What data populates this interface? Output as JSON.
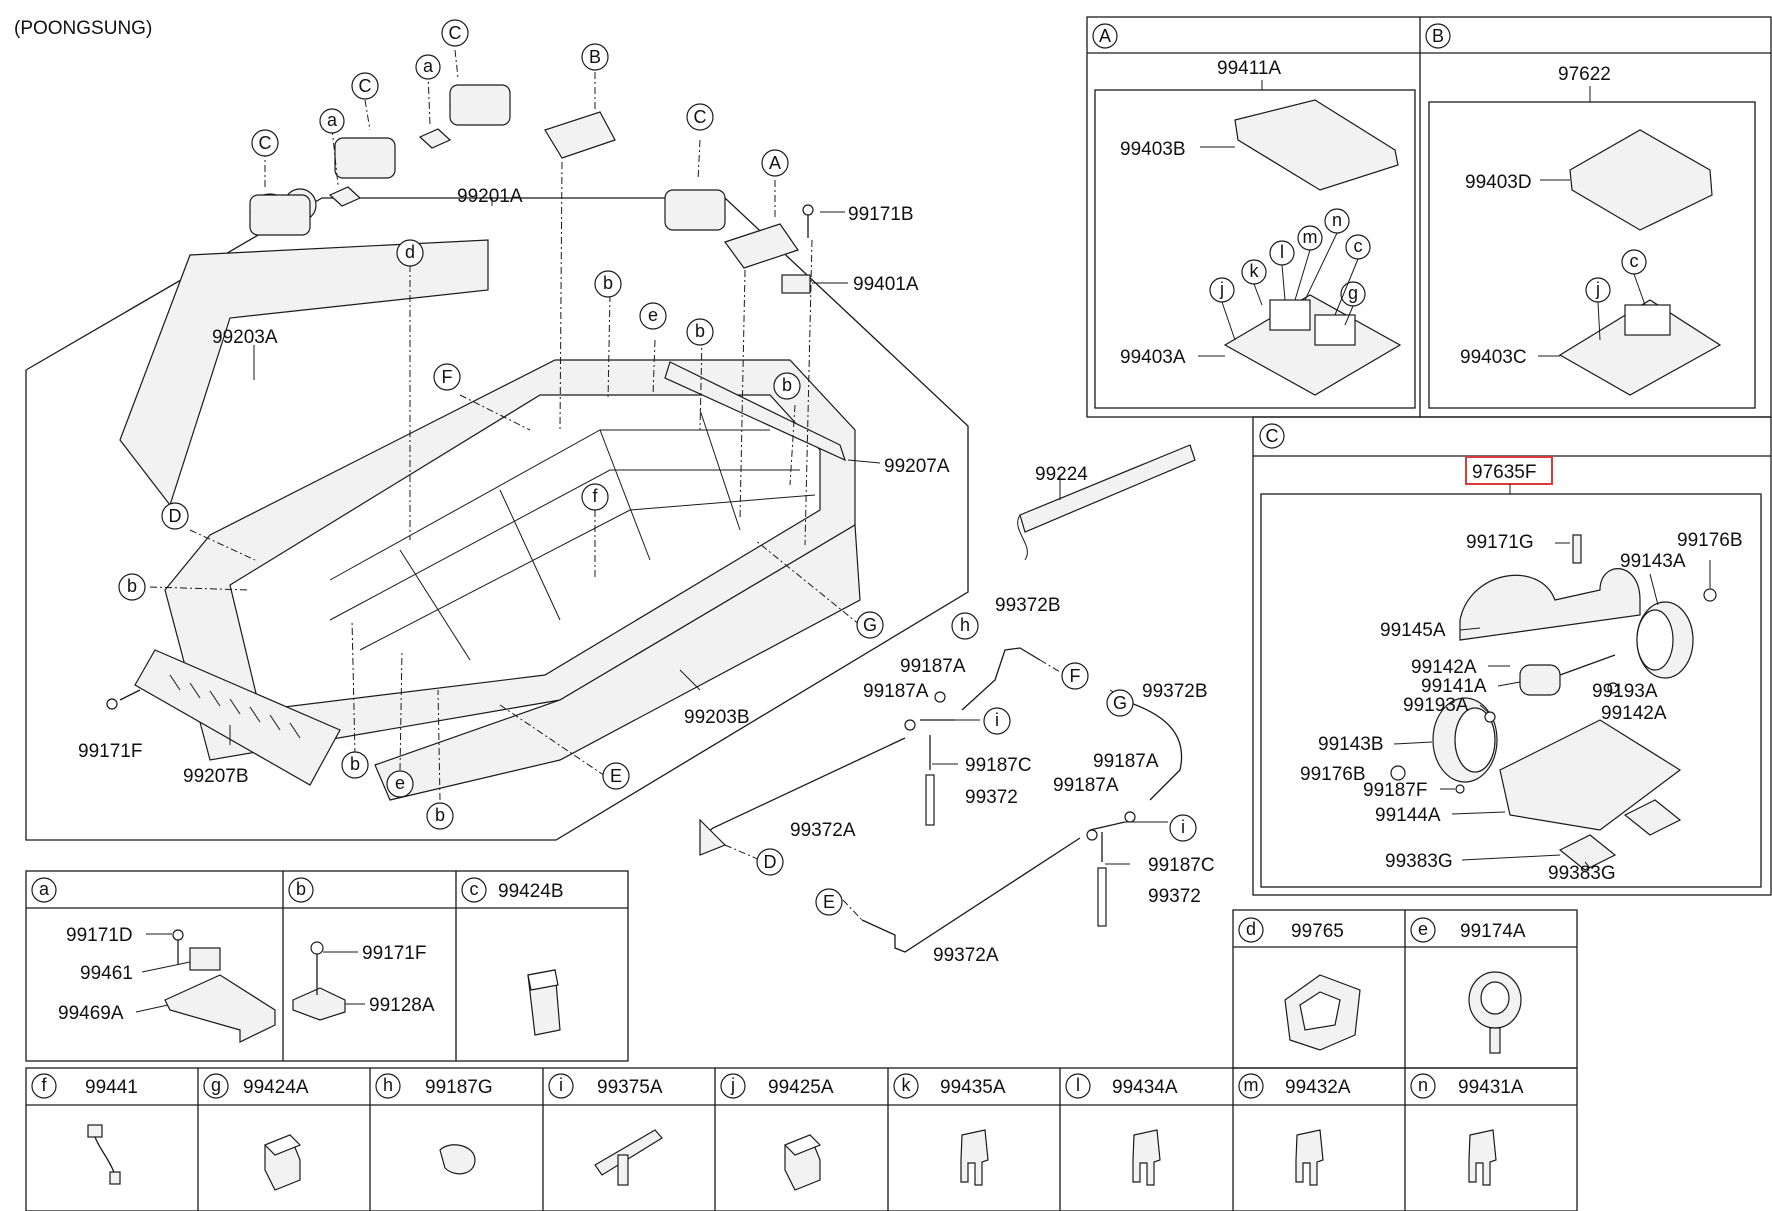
{
  "header": {
    "variant": "(POONGSUNG)"
  },
  "main_callouts": {
    "c1": "C",
    "a1": "a",
    "c2": "C",
    "a2": "a",
    "c3": "C",
    "b_box": "B",
    "c4": "C",
    "a_box": "A",
    "d": "d",
    "b1": "b",
    "e1": "e",
    "b2": "b",
    "b3": "b",
    "F1": "F",
    "f": "f",
    "D": "D",
    "b4": "b",
    "G": "G",
    "b5": "b",
    "e2": "e",
    "b6": "b",
    "E": "E"
  },
  "main_parts": {
    "p99201A": "99201A",
    "p99203A": "99203A",
    "p99171B": "99171B",
    "p99401A": "99401A",
    "p99207A": "99207A",
    "p99224": "99224",
    "p99171F": "99171F",
    "p99207B": "99207B",
    "p99203B": "99203B"
  },
  "pipes": {
    "h": "h",
    "p99372B_1": "99372B",
    "F": "F",
    "p99187A_1": "99187A",
    "p99187A_2": "99187A",
    "i1": "i",
    "p99187C_1": "99187C",
    "p99372_1": "99372",
    "p99372A_1": "99372A",
    "D": "D",
    "G": "G",
    "p99372B_2": "99372B",
    "p99187A_3": "99187A",
    "p99187A_4": "99187A",
    "i2": "i",
    "p99187C_2": "99187C",
    "p99372_2": "99372",
    "E": "E",
    "p99372A_2": "99372A"
  },
  "box_A": {
    "letter": "A",
    "title": "99411A",
    "cover": "99403B",
    "board": "99403A",
    "k": "k",
    "l": "l",
    "m": "m",
    "n": "n",
    "c": "c",
    "j": "j",
    "g": "g"
  },
  "box_B": {
    "letter": "B",
    "title": "97622",
    "cover": "99403D",
    "board": "99403C",
    "c": "c",
    "j": "j"
  },
  "box_C": {
    "letter": "C",
    "title": "97635F",
    "parts": {
      "p99171G": "99171G",
      "p99176B_1": "99176B",
      "p99143A": "99143A",
      "p99145A": "99145A",
      "p99142A_1": "99142A",
      "p99141A": "99141A",
      "p99193A_1": "99193A",
      "p99193A_2": "99193A",
      "p99142A_2": "99142A",
      "p99143B": "99143B",
      "p99176B_2": "99176B",
      "p99187F": "99187F",
      "p99144A": "99144A",
      "p99383G_1": "99383G",
      "p99383G_2": "99383G"
    }
  },
  "legend_row1": {
    "a": {
      "letter": "a",
      "p1": "99171D",
      "p2": "99461",
      "p3": "99469A"
    },
    "b": {
      "letter": "b",
      "p1": "99171F",
      "p2": "99128A"
    },
    "c": {
      "letter": "c",
      "title": "99424B"
    }
  },
  "legend_de": {
    "d": {
      "letter": "d",
      "title": "99765"
    },
    "e": {
      "letter": "e",
      "title": "99174A"
    }
  },
  "legend_row2": [
    {
      "letter": "f",
      "title": "99441"
    },
    {
      "letter": "g",
      "title": "99424A"
    },
    {
      "letter": "h",
      "title": "99187G"
    },
    {
      "letter": "i",
      "title": "99375A"
    },
    {
      "letter": "j",
      "title": "99425A"
    },
    {
      "letter": "k",
      "title": "99435A"
    },
    {
      "letter": "l",
      "title": "99434A"
    },
    {
      "letter": "m",
      "title": "99432A"
    },
    {
      "letter": "n",
      "title": "99431A"
    }
  ]
}
